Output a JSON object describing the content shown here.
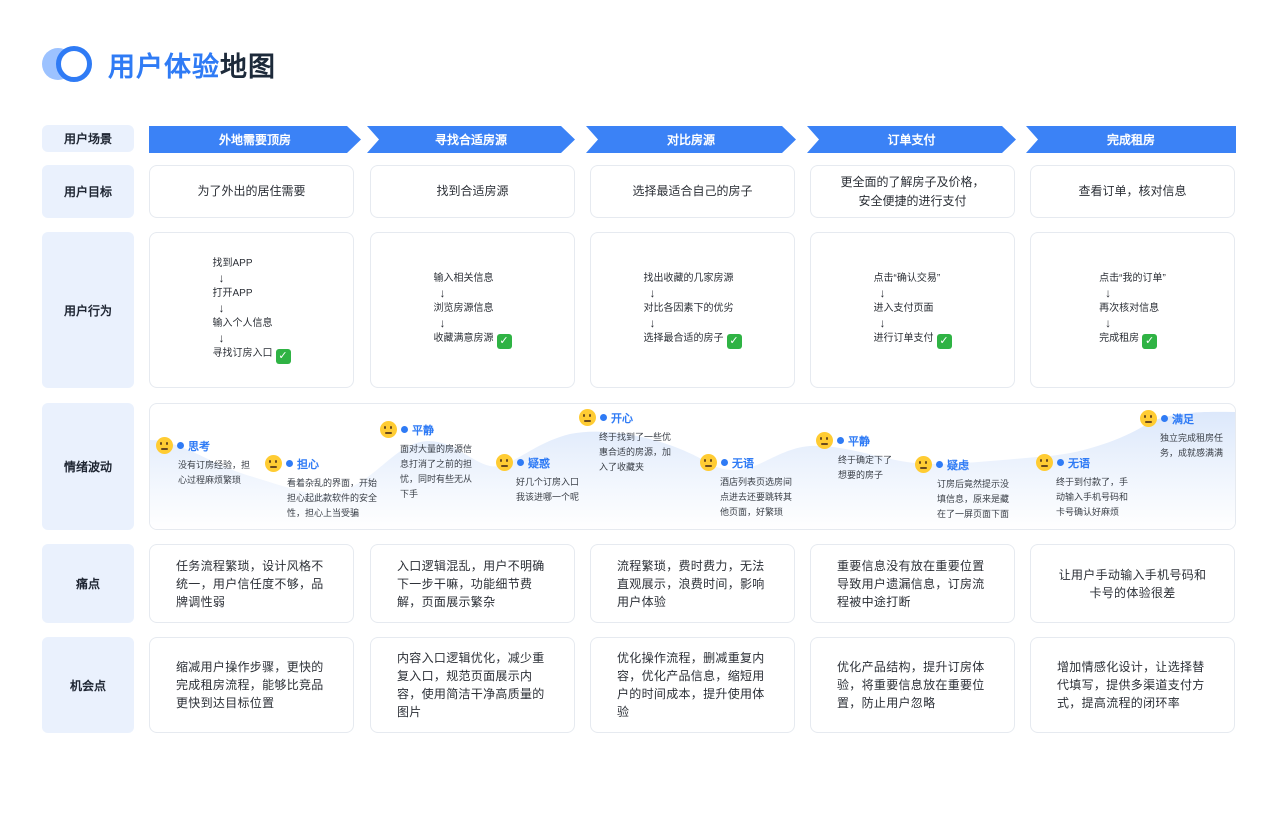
{
  "title": {
    "part1": "用户体验",
    "part2": "地图"
  },
  "labels": {
    "scene": "用户场景",
    "goal": "用户目标",
    "behavior": "用户行为",
    "emotion": "情绪波动",
    "pain": "痛点",
    "opportunity": "机会点"
  },
  "stages": [
    "外地需要顶房",
    "寻找合适房源",
    "对比房源",
    "订单支付",
    "完成租房"
  ],
  "goals": [
    "为了外出的居住需要",
    "找到合适房源",
    "选择最适合自己的房子",
    "更全面的了解房子及价格，安全便捷的进行支付",
    "查看订单，核对信息"
  ],
  "behaviors": [
    [
      "找到APP",
      "打开APP",
      "输入个人信息",
      "寻找订房入口"
    ],
    [
      "输入相关信息",
      "浏览房源信息",
      "收藏满意房源"
    ],
    [
      "找出收藏的几家房源",
      "对比各因素下的优劣",
      "选择最合适的房子"
    ],
    [
      "点击“确认交易”",
      "进入支付页面",
      "进行订单支付"
    ],
    [
      "点击“我的订单”",
      "再次核对信息",
      "完成租房"
    ]
  ],
  "arrow_glyph": "↓",
  "check_glyph": "✓",
  "emotions": [
    {
      "name": "思考",
      "icon": "thinking-emoji",
      "desc": [
        "没有订房经验，担",
        "心过程麻烦繁琐"
      ]
    },
    {
      "name": "担心",
      "icon": "worried-emoji",
      "desc": [
        "看着杂乱的界面，开始",
        "担心起此款软件的安全",
        "性，担心上当受骗"
      ]
    },
    {
      "name": "平静",
      "icon": "neutral-emoji",
      "desc": [
        "面对大量的房源信",
        "息打消了之前的担",
        "忧，同时有些无从",
        "下手"
      ]
    },
    {
      "name": "疑惑",
      "icon": "thinking-emoji",
      "desc": [
        "好几个订房入口",
        "我该进哪一个呢"
      ]
    },
    {
      "name": "开心",
      "icon": "happy-emoji",
      "desc": [
        "终于找到了一些优",
        "惠合适的房源，加",
        "入了收藏夹"
      ]
    },
    {
      "name": "无语",
      "icon": "grimace-emoji",
      "desc": [
        "酒店列表页选房间",
        "点进去还要跳转其",
        "他页面，好繁琐"
      ]
    },
    {
      "name": "平静",
      "icon": "neutral-emoji",
      "desc": [
        "终于确定下了",
        "想要的房子"
      ]
    },
    {
      "name": "疑虑",
      "icon": "skeptical-emoji",
      "desc": [
        "订房后竟然提示没",
        "填信息，原来是藏",
        "在了一屏页面下面"
      ]
    },
    {
      "name": "无语",
      "icon": "grimace-emoji",
      "desc": [
        "终于到付款了，手",
        "动输入手机号码和",
        "卡号确认好麻烦"
      ]
    },
    {
      "name": "满足",
      "icon": "satisfied-emoji",
      "desc": [
        "独立完成租房任",
        "务，成就感满满"
      ]
    }
  ],
  "pains": [
    "任务流程繁琐，设计风格不统一，用户信任度不够，品牌调性弱",
    "入口逻辑混乱，用户不明确下一步干嘛，功能细节费解，页面展示繁杂",
    "流程繁琐，费时费力，无法直观展示，浪费时间，影响用户体验",
    "重要信息没有放在重要位置导致用户遗漏信息，订房流程被中途打断",
    "让用户手动输入手机号码和卡号的体验很差"
  ],
  "opportunities": [
    "缩减用户操作步骤，更快的完成租房流程，能够比竞品更快到达目标位置",
    "内容入口逻辑优化，减少重复入口，规范页面展示内容，使用简洁干净高质量的图片",
    "优化操作流程，删减重复内容，优化产品信息，缩短用户的时间成本，提升使用体验",
    "优化产品结构，提升订房体验，将重要信息放在重要位置，防止用户忽略",
    "增加情感化设计，让选择替代填写，提供多渠道支付方式，提高流程的闭环率"
  ],
  "colors": {
    "accent": "#2f7bf5",
    "label_bg": "#eaf1fd",
    "check": "#2fb344"
  }
}
